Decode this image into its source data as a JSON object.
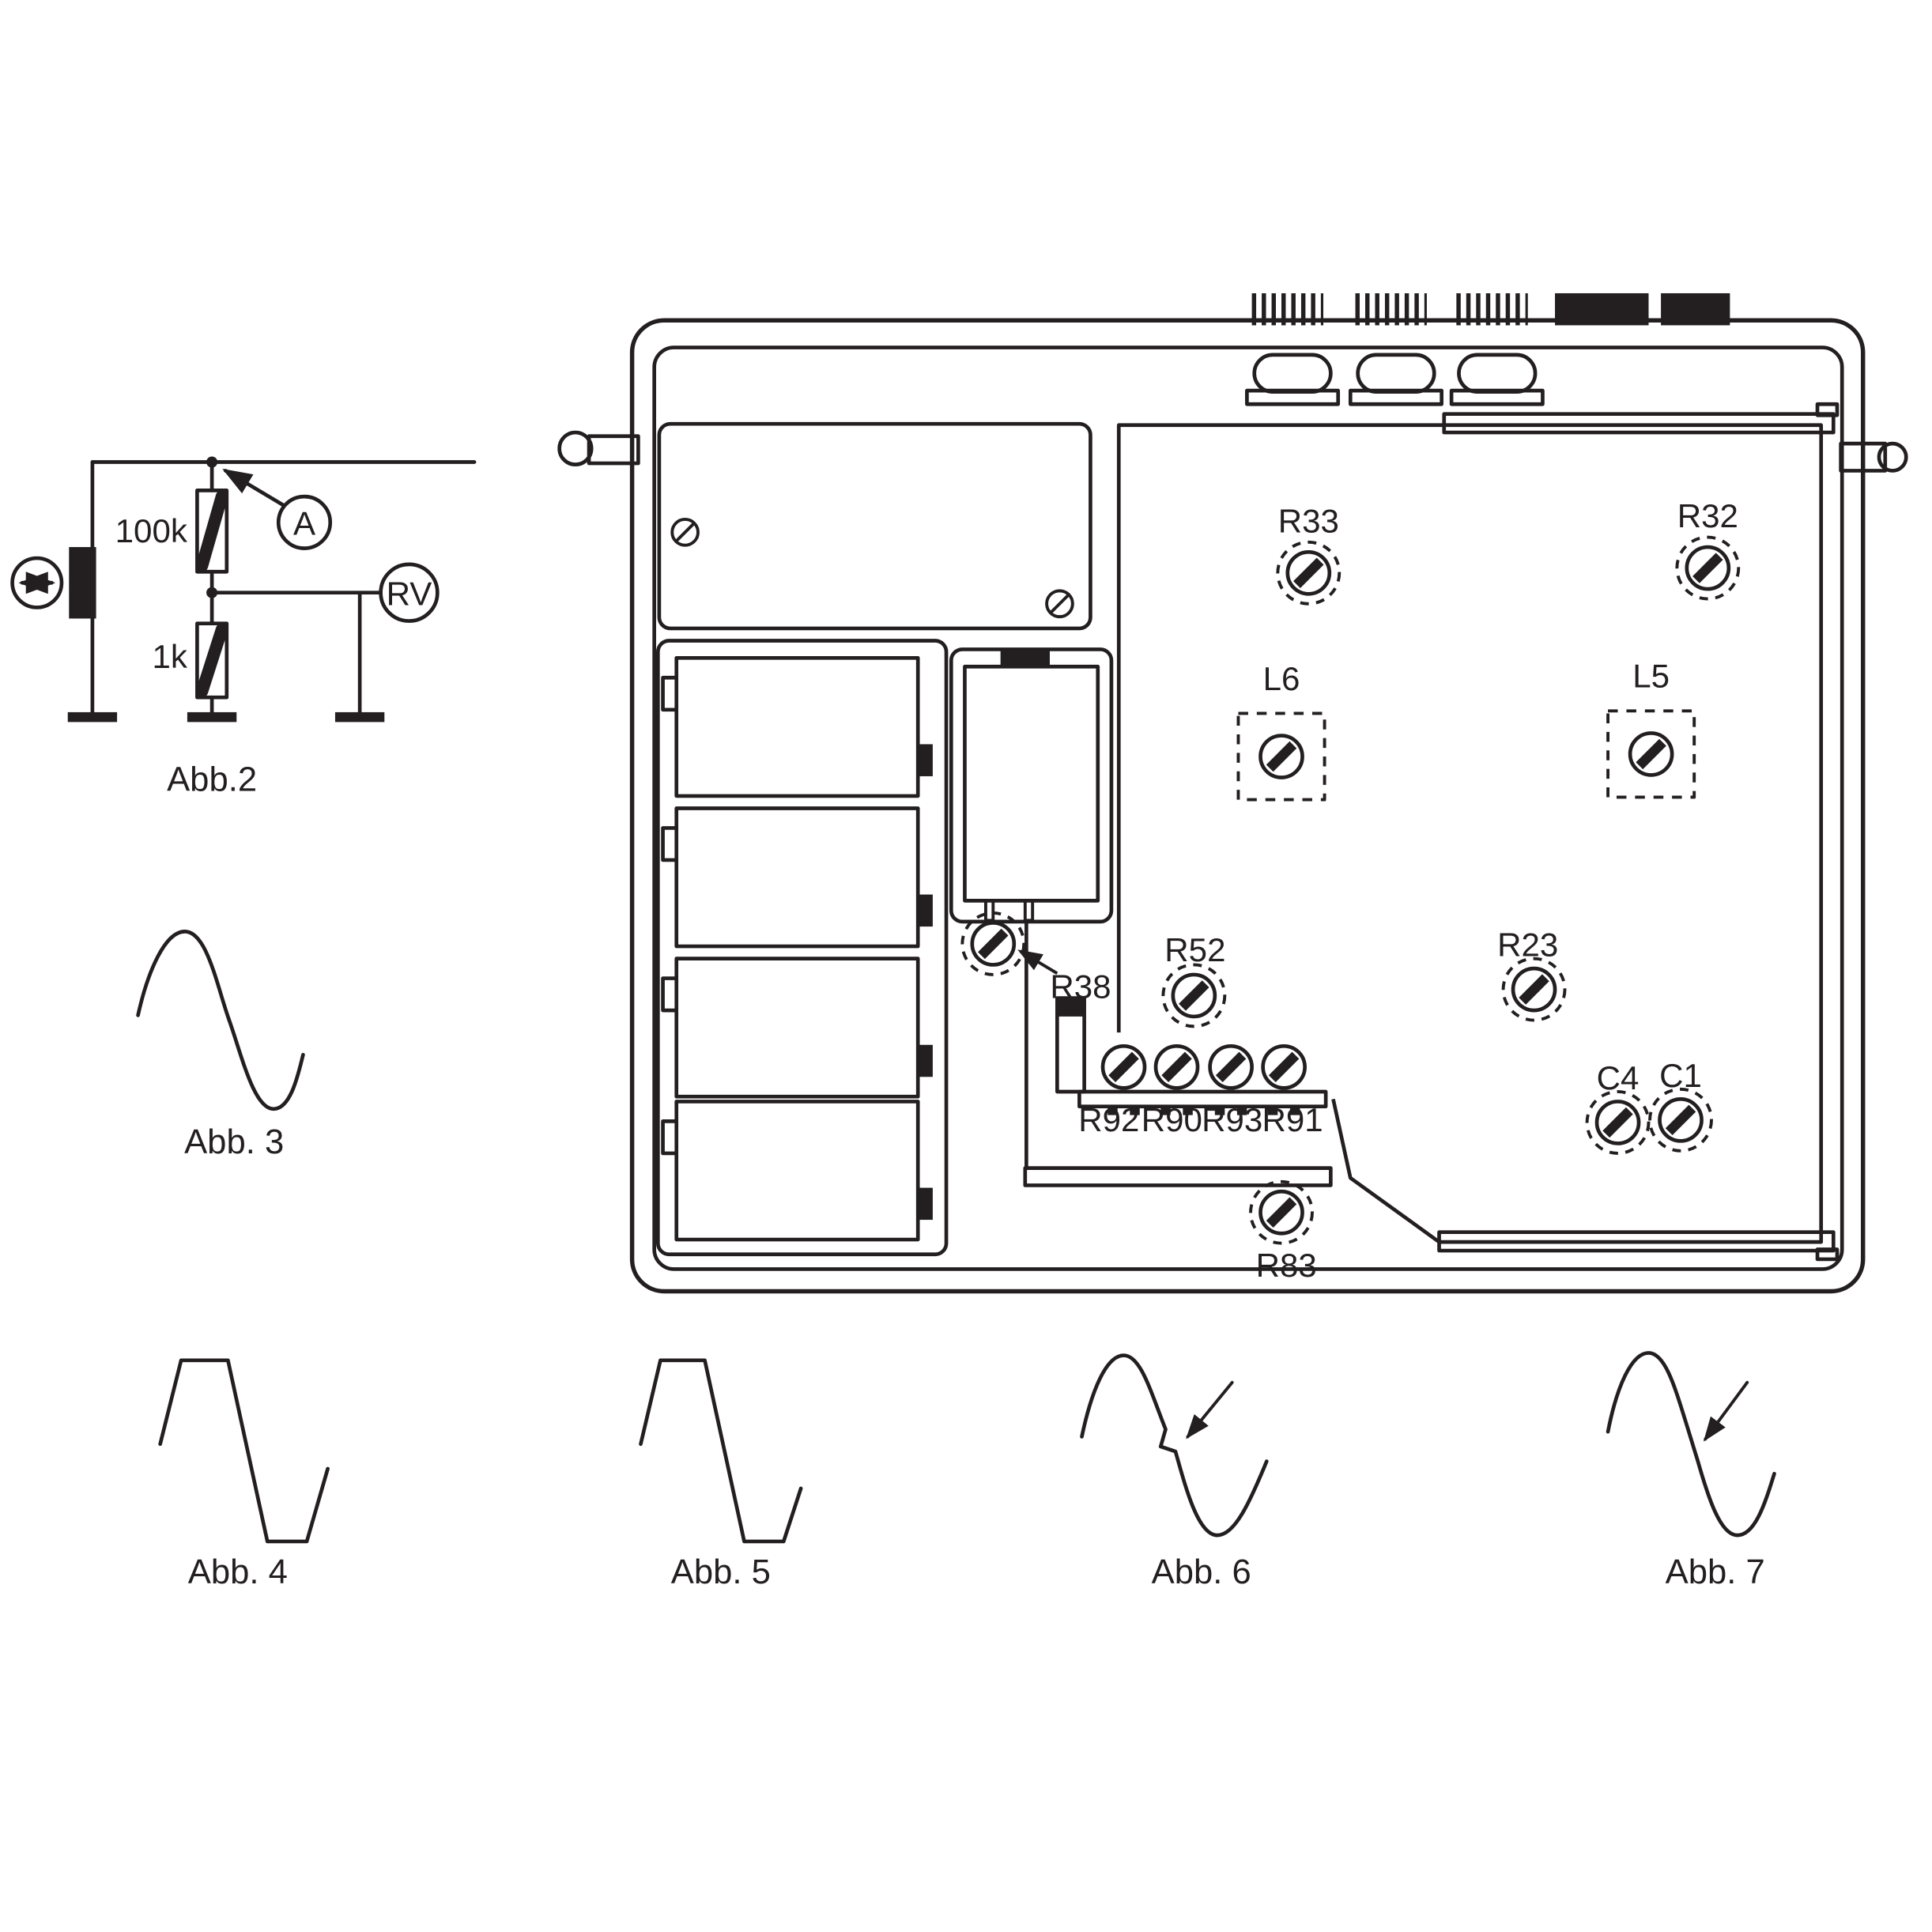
{
  "colors": {
    "ink": "#231f20",
    "bg": "#ffffff"
  },
  "circuit": {
    "caption": "Abb.2",
    "resistor_top": "100k",
    "resistor_bottom": "1k",
    "meter_current": "A",
    "meter_rv": "RV"
  },
  "waveforms": {
    "abb3": {
      "caption": "Abb. 3"
    },
    "abb4": {
      "caption": "Abb. 4"
    },
    "abb5": {
      "caption": "Abb. 5"
    },
    "abb6": {
      "caption": "Abb. 6"
    },
    "abb7": {
      "caption": "Abb. 7"
    }
  },
  "board": {
    "r33": "R33",
    "r32": "R32",
    "l6": "L6",
    "l5": "L5",
    "r52": "R52",
    "r23": "R23",
    "r38": "R38",
    "r92": "R92",
    "r90": "R90",
    "r93": "R93",
    "r91": "R91",
    "r83": "R83",
    "c4": "C4",
    "c1": "C1"
  }
}
